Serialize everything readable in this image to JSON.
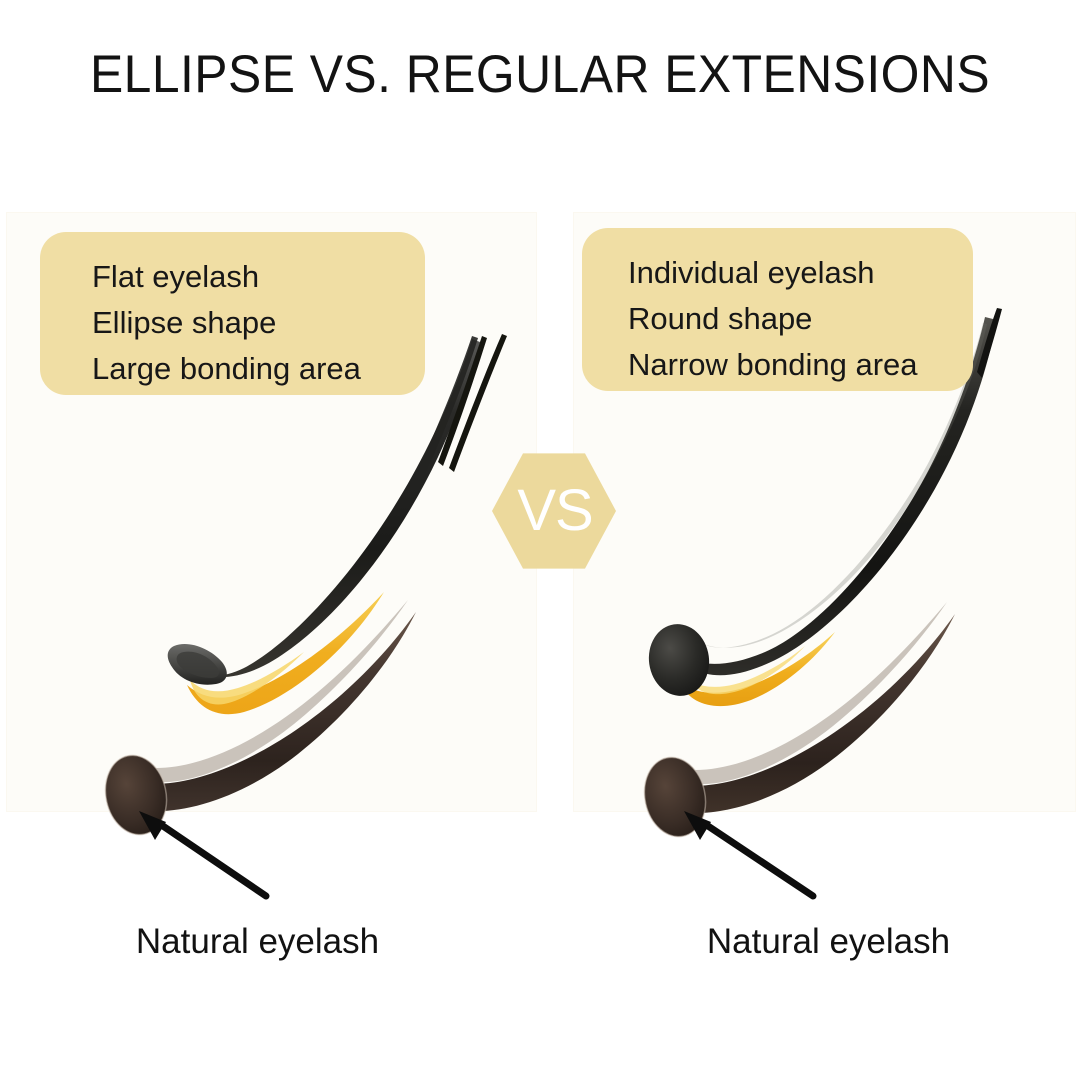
{
  "page": {
    "title": "ELLIPSE VS. REGULAR EXTENSIONS",
    "background_color": "#ffffff"
  },
  "colors": {
    "card_background": "#f0dea4",
    "card_shadow": "#f6e7d9",
    "vs_hexagon": "#ecd99c",
    "vs_text": "#ffffff",
    "panel_background": "#fdfcf8",
    "extension_black": "#1d1d1b",
    "extension_black_highlight": "#4a4a48",
    "adhesive_yellow": "#f2b72a",
    "adhesive_yellow_light": "#f7d264",
    "natural_lash_brown": "#3b2e27",
    "natural_lash_brown_light": "#5c4a3e",
    "arrow_black": "#0d0d0d",
    "text_black": "#121212"
  },
  "comparison": {
    "left": {
      "panel_name": "ellipse-flat-extension",
      "spec_lines": [
        "Flat eyelash",
        "Ellipse shape",
        "Large bonding area"
      ],
      "callout_label": "Natural eyelash",
      "extension_shape": "flat-ellipse",
      "bonding_area": "large",
      "tip_count": 2
    },
    "right": {
      "panel_name": "regular-round-extension",
      "spec_lines": [
        "Individual eyelash",
        "Round shape",
        "Narrow bonding area"
      ],
      "callout_label": "Natural eyelash",
      "extension_shape": "round-cylinder",
      "bonding_area": "narrow",
      "tip_count": 1
    }
  },
  "vs_badge": {
    "label": "VS",
    "shape": "hexagon"
  },
  "icons": {
    "arrow": "arrow-up-left-icon",
    "hexagon": "hexagon-badge-icon"
  }
}
